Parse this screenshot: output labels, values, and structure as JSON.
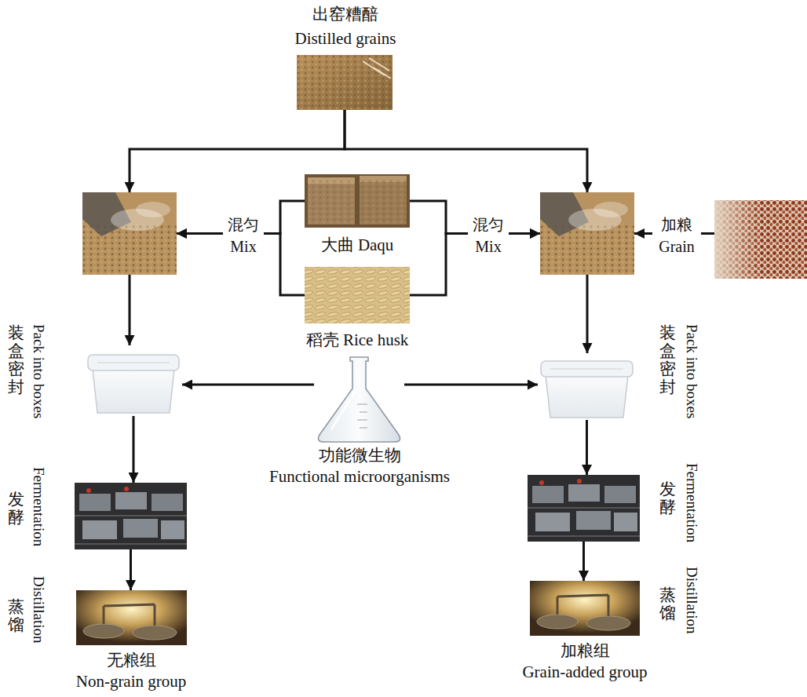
{
  "diagram": {
    "nodes": [
      {
        "text": [
          "出窑糟醅",
          "Distilled grains"
        ]
      },
      {
        "text": []
      },
      {
        "text": [
          "大曲 Daqu"
        ]
      },
      {
        "text": []
      },
      {
        "text": []
      },
      {
        "text": [
          "稻壳 Rice husk"
        ]
      },
      {
        "text": [
          "装盒密封",
          "Pack into boxes"
        ]
      },
      {
        "text": [
          "功能微生物",
          "Functional microorganisms"
        ]
      },
      {
        "text": [
          "装盒密封",
          "Pack into boxes"
        ]
      },
      {
        "text": [
          "发酵",
          "Fermentation"
        ]
      },
      {
        "text": [
          "发酵",
          "Fermentation"
        ]
      },
      {
        "text": [
          "蒸馏",
          "Distillation",
          "无粮组",
          "Non-grain group"
        ]
      },
      {
        "text": [
          "蒸馏",
          "Distillation",
          "加粮组",
          "Grain-added group"
        ]
      }
    ],
    "edges": [
      {
        "from": 0,
        "to": 1,
        "arrow": "to"
      },
      {
        "from": 0,
        "to": 3,
        "arrow": "to"
      },
      {
        "from": 2,
        "to": 1,
        "label": "混匀 Mix",
        "arrow": "to"
      },
      {
        "from": 5,
        "to": 1,
        "arrow": "to"
      },
      {
        "from": 2,
        "to": 3,
        "label": "混匀 Mix",
        "arrow": "to"
      },
      {
        "from": 5,
        "to": 3,
        "arrow": "to"
      },
      {
        "from": 4,
        "to": 3,
        "label": "加粮 Grain",
        "arrow": "to"
      },
      {
        "from": 1,
        "to": 6,
        "arrow": "to"
      },
      {
        "from": 7,
        "to": 6,
        "arrow": "to"
      },
      {
        "from": 3,
        "to": 8,
        "arrow": "to"
      },
      {
        "from": 7,
        "to": 8,
        "arrow": "to"
      },
      {
        "from": 6,
        "to": 9,
        "arrow": "to"
      },
      {
        "from": 8,
        "to": 10,
        "arrow": "to"
      },
      {
        "from": 9,
        "to": 11,
        "arrow": "to"
      },
      {
        "from": 10,
        "to": 12,
        "arrow": "to"
      }
    ]
  }
}
